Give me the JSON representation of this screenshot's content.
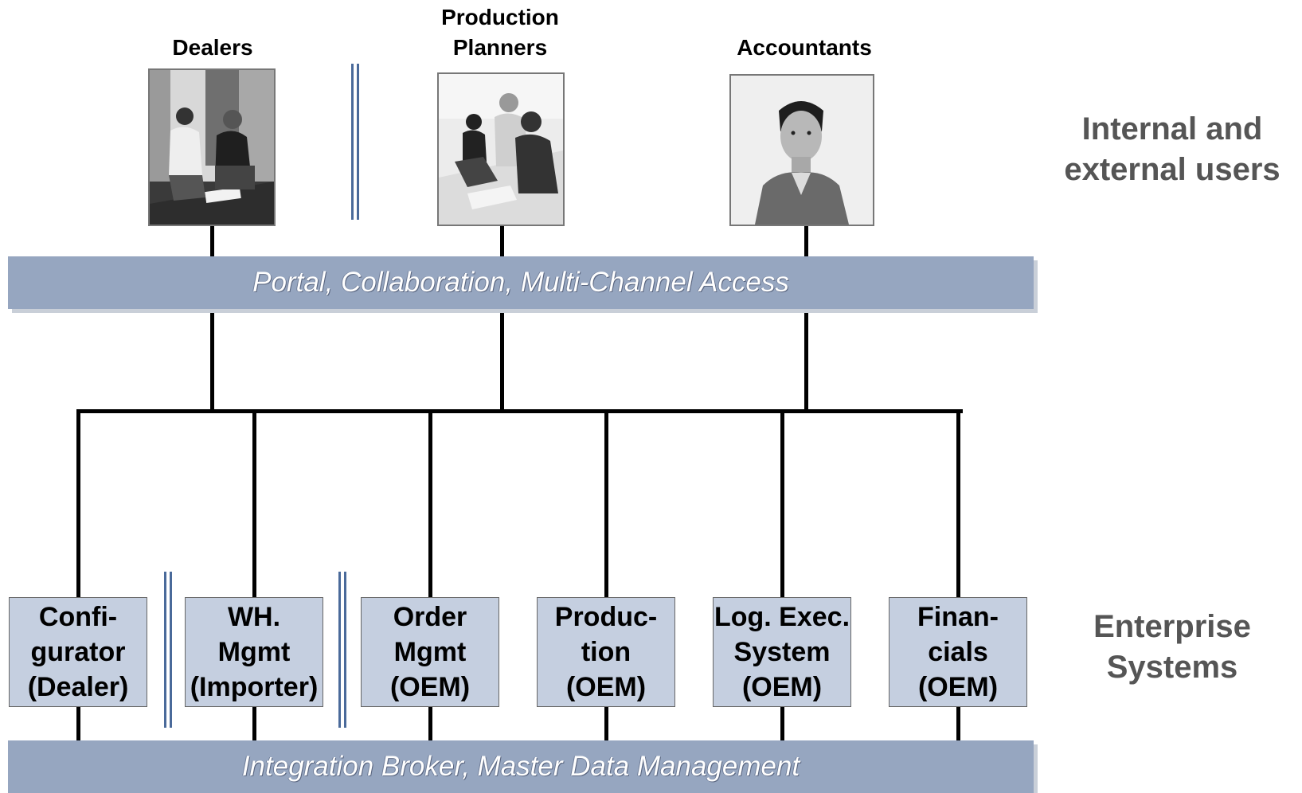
{
  "users": [
    {
      "label_lines": [
        "Dealers"
      ]
    },
    {
      "label_lines": [
        "Production",
        "Planners"
      ]
    },
    {
      "label_lines": [
        "Accountants"
      ]
    }
  ],
  "side_labels": {
    "users": [
      "Internal and",
      "external users"
    ],
    "systems": [
      "Enterprise",
      "Systems"
    ]
  },
  "bands": {
    "portal": "Portal, Collaboration, Multi-Channel Access",
    "integration": "Integration Broker, Master Data Management"
  },
  "systems": [
    {
      "lines": [
        "Confi-",
        "gurator",
        "(Dealer)"
      ]
    },
    {
      "lines": [
        "WH.",
        "Mgmt",
        "(Importer)"
      ]
    },
    {
      "lines": [
        "Order",
        "Mgmt",
        "(OEM)"
      ]
    },
    {
      "lines": [
        "Produc-",
        "tion",
        "(OEM)"
      ]
    },
    {
      "lines": [
        "Log. Exec.",
        "System",
        "(OEM)"
      ]
    },
    {
      "lines": [
        "Finan-",
        "cials",
        "(OEM)"
      ]
    }
  ],
  "colors": {
    "band": "#96a6c0",
    "system_box": "#c5cfe0",
    "separator": "#4a6a9a",
    "side_text": "#555555"
  }
}
